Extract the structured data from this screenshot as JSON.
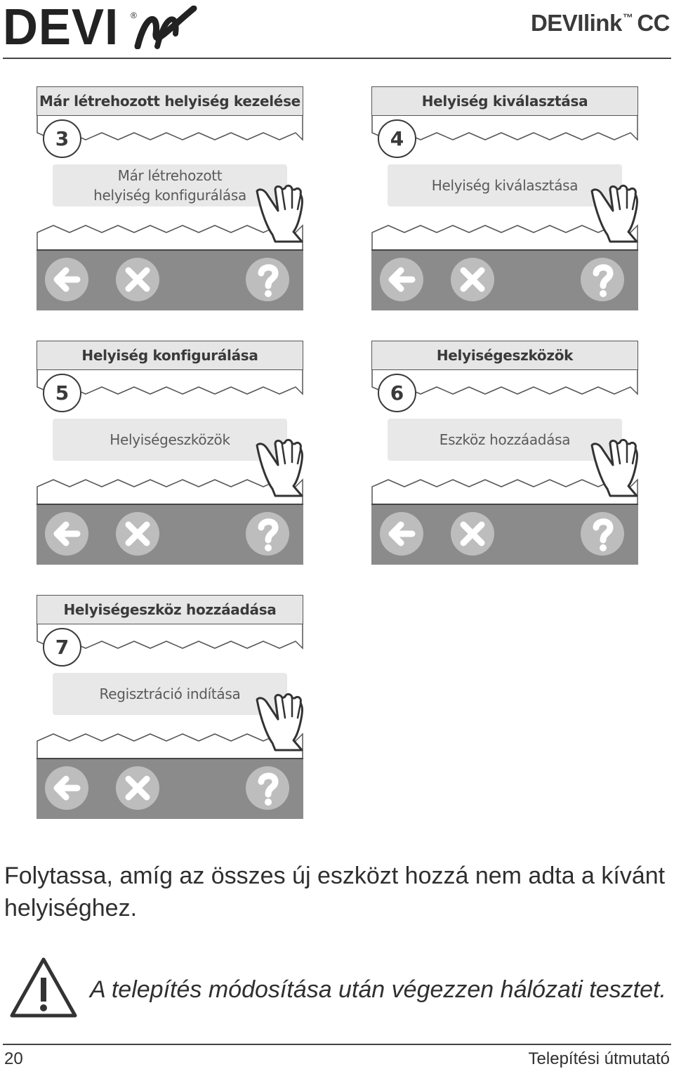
{
  "header": {
    "logo": "DEVI",
    "product": "DEVIlink",
    "product_tm": "™",
    "product_suffix": "CC"
  },
  "panels": [
    {
      "step": "3",
      "title": "Már létrehozott helyiség kezelése",
      "button_lines": [
        "Már létrehozott",
        "helyiség konfigurálása"
      ]
    },
    {
      "step": "4",
      "title": "Helyiség kiválasztása",
      "button_lines": [
        "Helyiség kiválasztása"
      ]
    },
    {
      "step": "5",
      "title": "Helyiség konfigurálása",
      "button_lines": [
        "Helyiségeszközök"
      ]
    },
    {
      "step": "6",
      "title": "Helyiségeszközök",
      "button_lines": [
        "Eszköz hozzáadása"
      ]
    },
    {
      "step": "7",
      "title": "Helyiségeszköz hozzáadása",
      "button_lines": [
        "Regisztráció indítása"
      ]
    }
  ],
  "bottom_bar_icons": [
    "back-arrow-icon",
    "close-x-icon",
    "help-question-icon"
  ],
  "continue_text": "Folytassa, amíg az összes új eszközt hozzá nem adta a kívánt helyiséghez.",
  "warning": {
    "icon": "warning-triangle-icon",
    "text": "A telepítés módosítása után végezzen hálózati tesztet."
  },
  "footer": {
    "page_number": "20",
    "document_name": "Telepítési útmutató"
  },
  "colors": {
    "title_bar": "#e6e6e6",
    "bottom_bar": "#8b8b8b",
    "icon_circle": "#bdbdbd",
    "menu_button": "#e8e8e8"
  }
}
